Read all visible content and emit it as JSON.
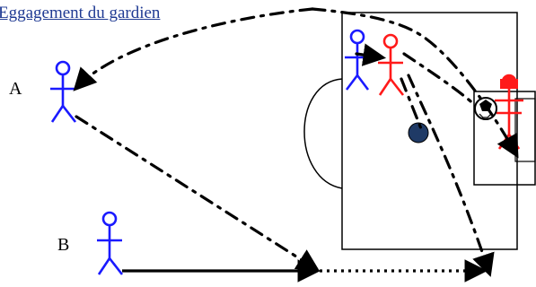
{
  "diagram": {
    "title": "Eggagement du gardien",
    "labels": {
      "player_a": "A",
      "player_b": "B"
    },
    "colors": {
      "blue_team": "#1a1aff",
      "red_team": "#ff1a1a",
      "ball_dark": "#1f3a66",
      "line": "#000000",
      "title": "#1f3a93"
    },
    "icons": {
      "ball": "soccer-ball-icon",
      "token": "defender-token-icon"
    }
  }
}
